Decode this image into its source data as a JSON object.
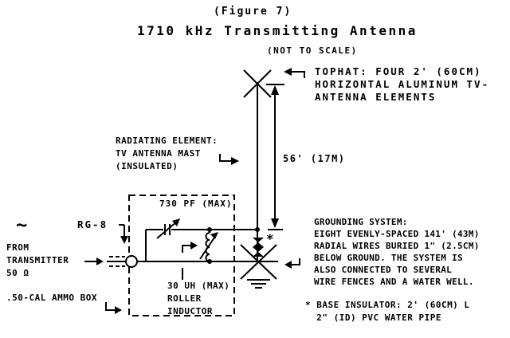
{
  "header": {
    "figure_caption": "(Figure 7)",
    "title": "1710 kHz Transmitting Antenna",
    "scale_note": "(NOT TO SCALE)"
  },
  "labels": {
    "tophat": "TOPHAT: FOUR 2' (60CM)\nHORIZONTAL ALUMINUM TV-\nANTENNA ELEMENTS",
    "radiating": "RADIATING ELEMENT:\nTV ANTENNA MAST\n(INSULATED)",
    "height": "56' (17M)",
    "capacitor": "730 PF (MAX)",
    "coax": "RG-8",
    "source_symbol": "~",
    "from_transmitter": "FROM\nTRANSMITTER\n50 Ω",
    "ammo_box": ".50-CAL AMMO BOX",
    "inductor": "30 UH (MAX)\nROLLER\nINDUCTOR",
    "grounding": "GROUNDING SYSTEM:\nEIGHT EVENLY-SPACED 141' (43M)\nRADIAL WIRES BURIED 1\" (2.5CM)\nBELOW GROUND. THE SYSTEM IS\nALSO CONNECTED TO SEVERAL\nWIRE FENCES AND A WATER WELL.",
    "base_insulator_note": "* BASE INSULATOR: 2' (60CM) L\n  2\" (ID) PVC WATER PIPE",
    "asterisk_marker": "*"
  },
  "colors": {
    "background": "#ffffff",
    "ink": "#000000"
  }
}
